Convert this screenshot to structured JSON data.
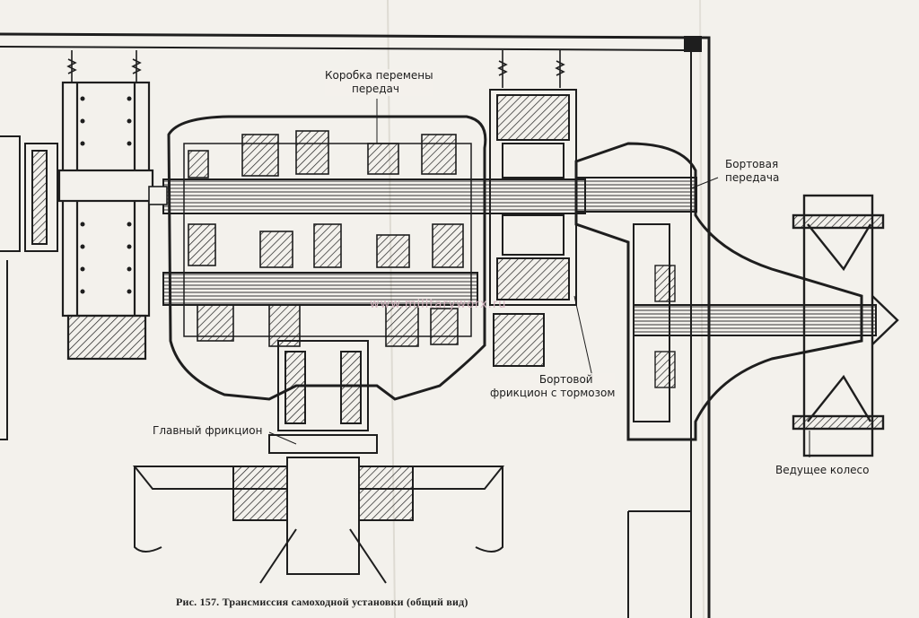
{
  "labels": {
    "gearbox": [
      "Коробка перемены",
      "передач"
    ],
    "final_drive": [
      "Бортовая",
      "передача"
    ],
    "side_clutch": [
      "Бортовой",
      "фрикцион с тормозом"
    ],
    "main_clutch": "Главный фрикцион",
    "drive_wheel": "Ведущее колесо"
  },
  "watermark": "www.militaryworx.ru",
  "caption": "Рис. 157. Трансмиссия самоходной установки (общий вид)",
  "colors": {
    "ink": "#1e1e1e",
    "paper": "#f3f1ec",
    "shade": "#bdbab3",
    "watermark": "#d9b9c4"
  }
}
